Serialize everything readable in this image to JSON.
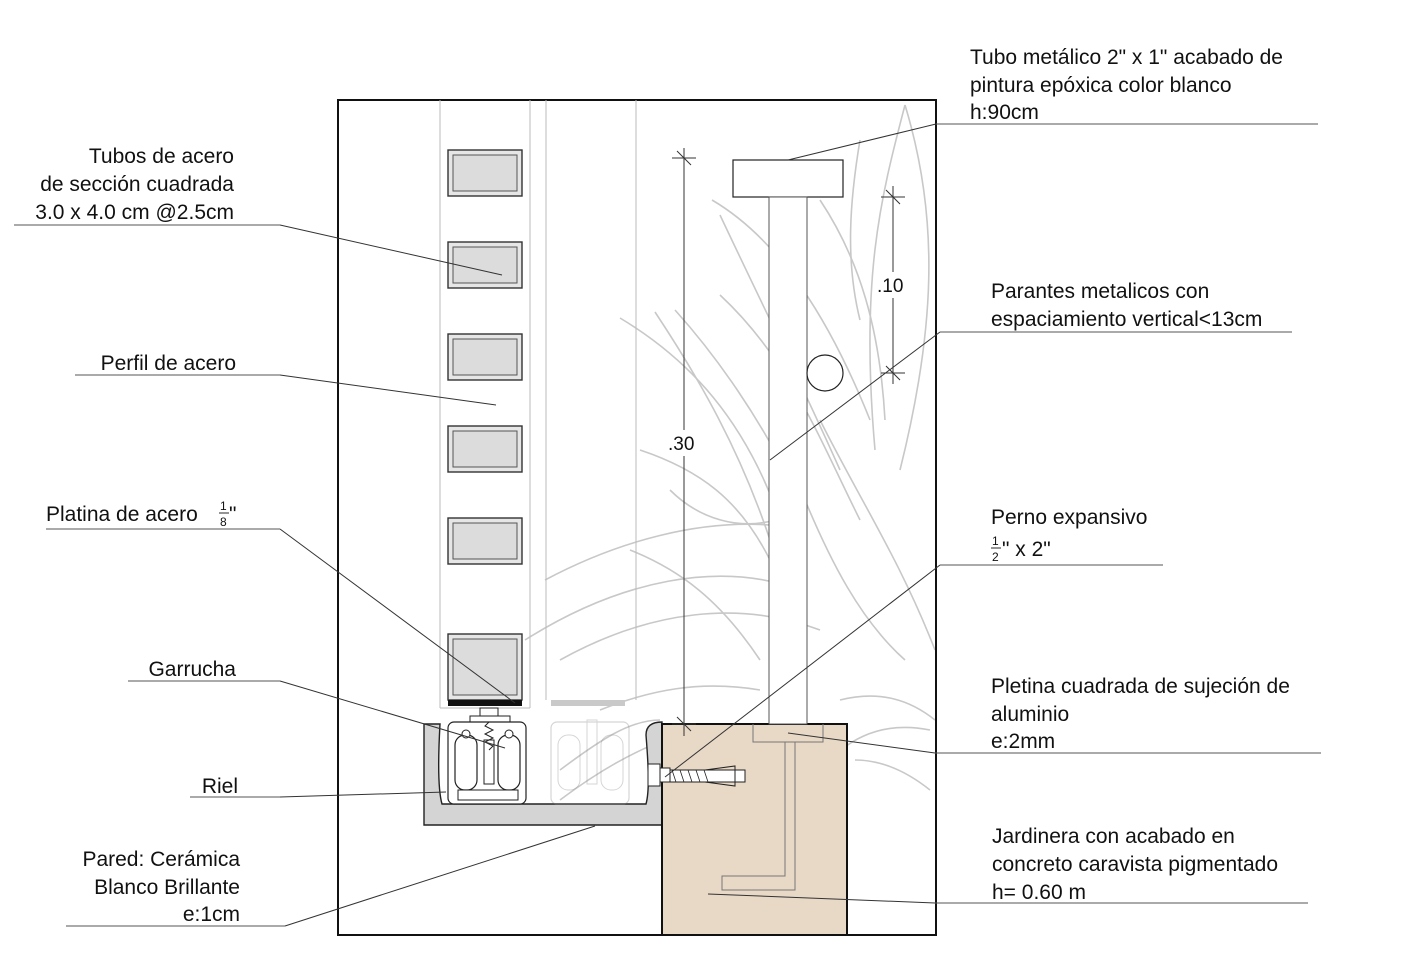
{
  "labels": {
    "tubos": [
      "Tubos de acero",
      "de sección cuadrada",
      "3.0 x 4.0 cm @2.5cm"
    ],
    "perfil": "Perfil de acero",
    "platina": {
      "text": "Platina de acero ",
      "frac_num": "1",
      "frac_den": "8",
      "suffix": "\""
    },
    "garrucha": "Garrucha",
    "riel": "Riel",
    "pared": [
      "Pared: Cerámica",
      "Blanco Brillante",
      "e:1cm"
    ],
    "tubo_metalico": [
      "Tubo metálico 2\" x 1\" acabado de",
      "pintura epóxica color blanco",
      "h:90cm"
    ],
    "parantes": [
      "Parantes metalicos con",
      "espaciamiento vertical<13cm"
    ],
    "perno": {
      "line1": "Perno expansivo",
      "frac_num": "1",
      "frac_den": "2",
      "suffix": "\" x 2\""
    },
    "pletina": [
      "Pletina cuadrada de sujeción de",
      "aluminio",
      "e:2mm"
    ],
    "jardinera": [
      "Jardinera con acabado en",
      "concreto caravista pigmentado",
      "h= 0.60 m"
    ]
  },
  "dimensions": {
    "total": ".30",
    "spacing": ".10"
  },
  "colors": {
    "planter": "#e8d8c6",
    "tube_fill": "#dcdcdc",
    "rail_fill": "#d4d4d4",
    "plant": "#c8c8c8"
  }
}
